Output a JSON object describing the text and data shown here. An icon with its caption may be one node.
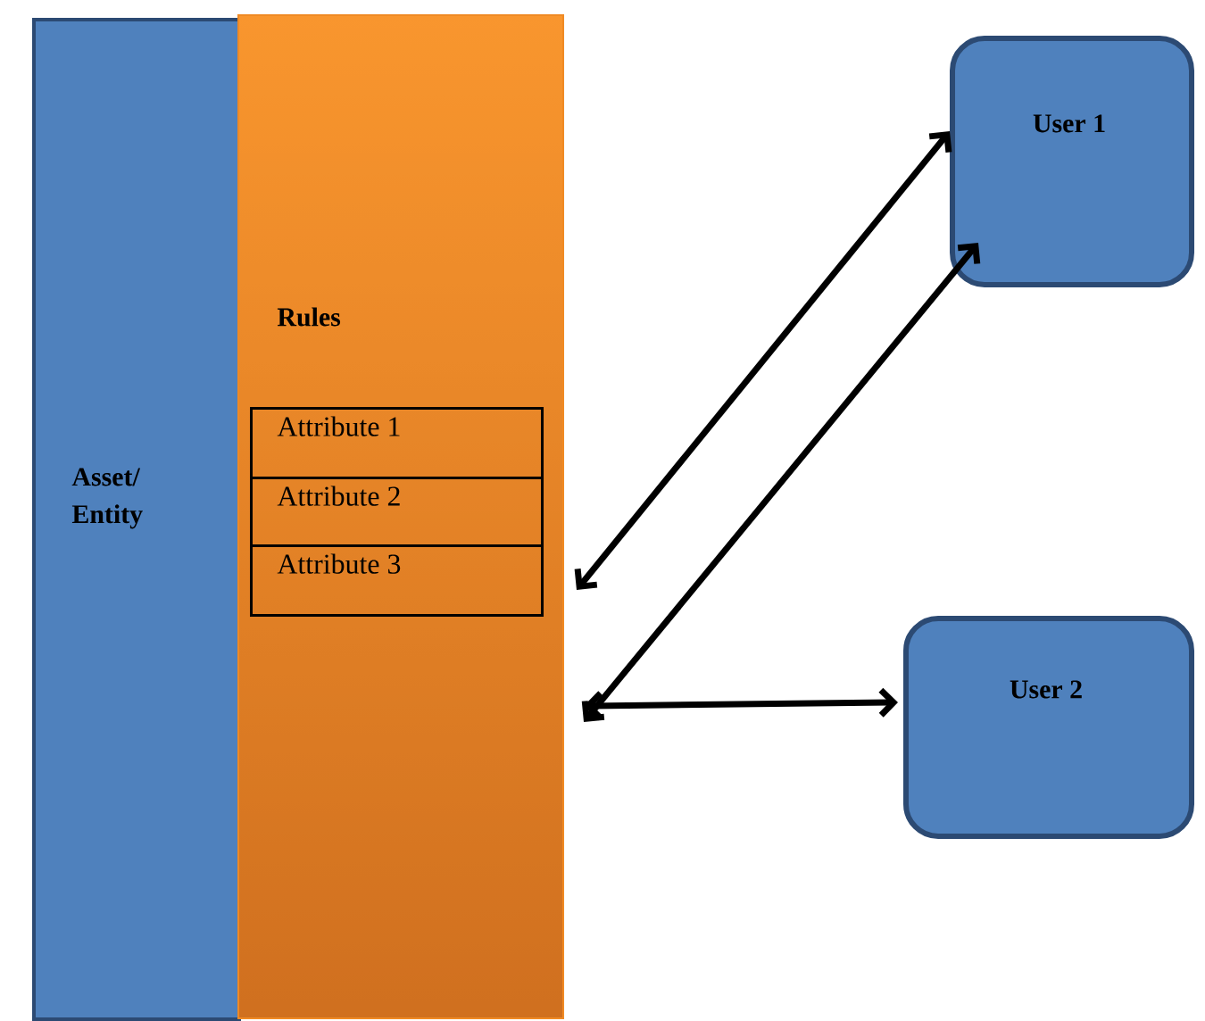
{
  "diagram": {
    "nodes": [
      {
        "text": [
          "Asset/ Entity"
        ]
      },
      {
        "text": [
          "Rules"
        ]
      },
      {
        "text": [
          "Attribute 1"
        ],
        "in": 1
      },
      {
        "text": [
          "Attribute 2"
        ],
        "in": 1
      },
      {
        "text": [
          "Attribute 3"
        ],
        "in": 1
      },
      {
        "text": [
          "User 1"
        ]
      },
      {
        "text": [
          "User 2"
        ]
      }
    ],
    "edges": [
      {
        "from": 1,
        "to": 5,
        "arrow": "both"
      },
      {
        "from": 1,
        "to": 5,
        "arrow": "both"
      },
      {
        "from": 1,
        "to": 6,
        "arrow": "both"
      }
    ]
  }
}
